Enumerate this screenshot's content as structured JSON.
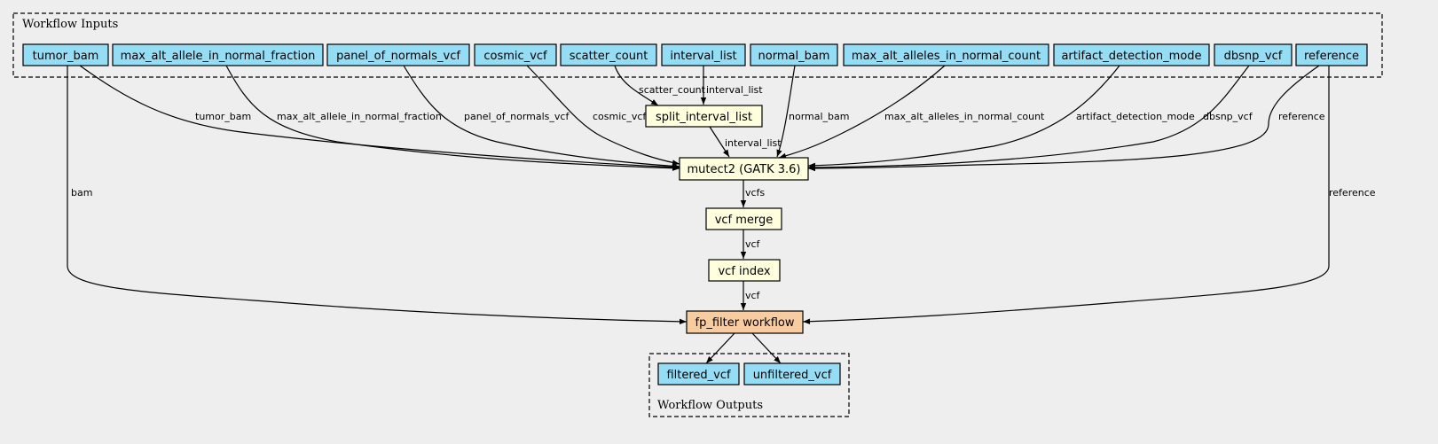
{
  "clusters": {
    "inputs_label": "Workflow Inputs",
    "outputs_label": "Workflow Outputs"
  },
  "inputs": [
    "tumor_bam",
    "max_alt_allele_in_normal_fraction",
    "panel_of_normals_vcf",
    "cosmic_vcf",
    "scatter_count",
    "interval_list",
    "normal_bam",
    "max_alt_alleles_in_normal_count",
    "artifact_detection_mode",
    "dbsnp_vcf",
    "reference"
  ],
  "steps": {
    "split": "split_interval_list",
    "mutect": "mutect2 (GATK 3.6)",
    "merge": "vcf merge",
    "index": "vcf index",
    "fp_filter": "fp_filter workflow"
  },
  "outputs": [
    "filtered_vcf",
    "unfiltered_vcf"
  ],
  "edge_labels": {
    "tumor_bam": "tumor_bam",
    "max_alt_allele_in_normal_fraction": "max_alt_allele_in_normal_fraction",
    "panel_of_normals_vcf": "panel_of_normals_vcf",
    "cosmic_vcf": "cosmic_vcf",
    "scatter_count": "scatter_count",
    "interval_list_in": "interval_list",
    "interval_list_out": "interval_list",
    "normal_bam": "normal_bam",
    "max_alt_alleles_in_normal_count": "max_alt_alleles_in_normal_count",
    "artifact_detection_mode": "artifact_detection_mode",
    "dbsnp_vcf": "dbsnp_vcf",
    "reference_mutect": "reference",
    "bam": "bam",
    "reference_fp": "reference",
    "vcfs": "vcfs",
    "vcf_merge": "vcf",
    "vcf_index": "vcf"
  },
  "colors": {
    "input": "#94ddf4",
    "step": "#ffffdd",
    "subworkflow": "#f7cca0",
    "background": "#eeeeee"
  }
}
